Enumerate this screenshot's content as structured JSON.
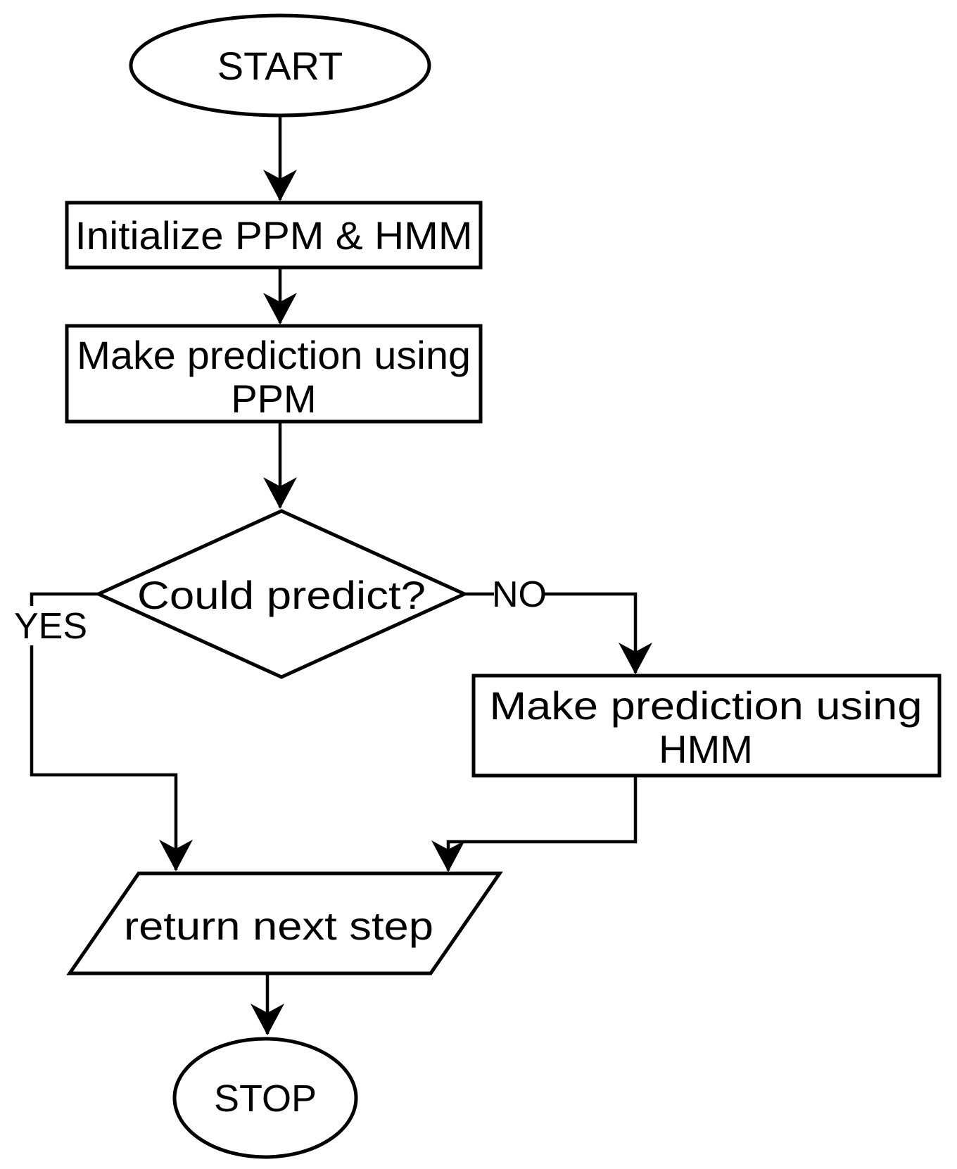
{
  "diagram_type": "flowchart",
  "nodes": {
    "start": {
      "type": "terminator",
      "label": "START"
    },
    "init": {
      "type": "process",
      "label": "Initialize PPM & HMM"
    },
    "predict_ppm": {
      "type": "process",
      "lines": [
        "Make prediction using",
        "PPM"
      ]
    },
    "could_predict": {
      "type": "decision",
      "label": "Could predict?"
    },
    "predict_hmm": {
      "type": "process",
      "lines": [
        "Make prediction using",
        "HMM"
      ]
    },
    "return_step": {
      "type": "input-output",
      "label": "return next step"
    },
    "stop": {
      "type": "terminator",
      "label": "STOP"
    }
  },
  "edges": {
    "yes_label": "YES",
    "no_label": "NO"
  },
  "colors": {
    "line": "#000000",
    "text": "#000000",
    "shape_fill": "#ffffff",
    "background": "#ffffff"
  }
}
